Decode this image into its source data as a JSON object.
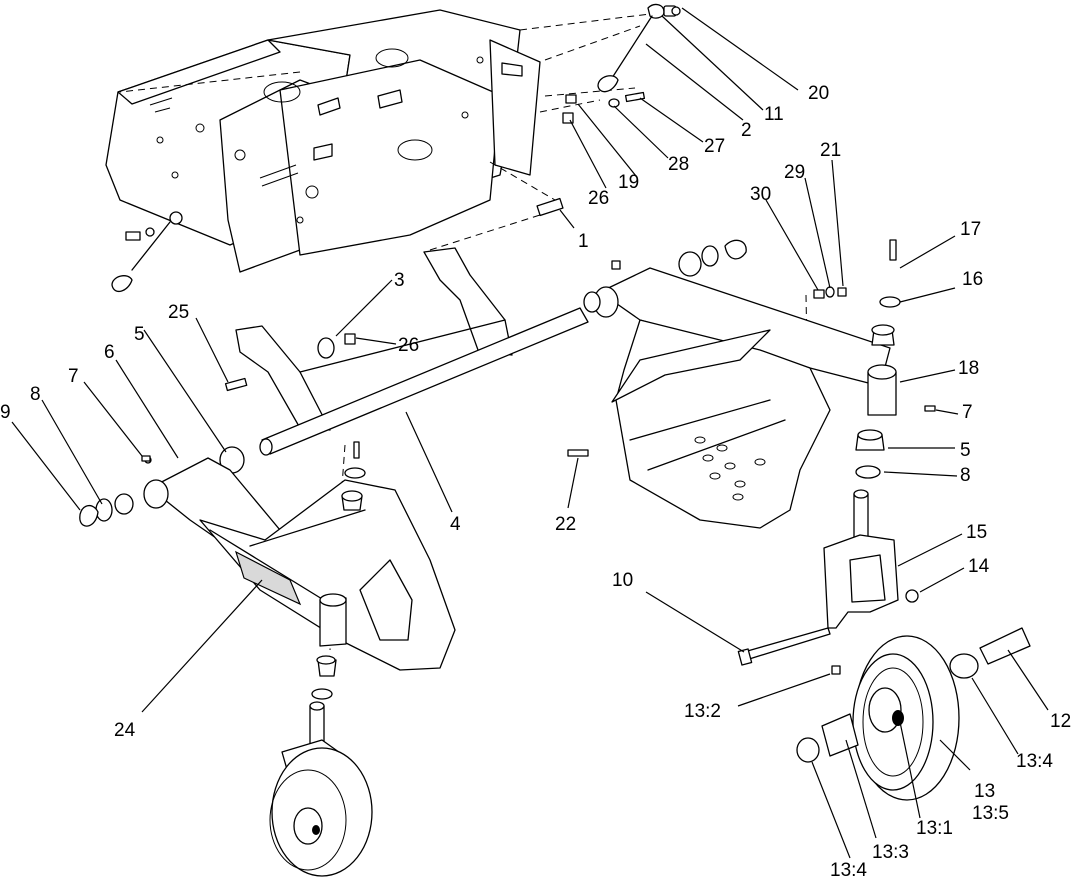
{
  "diagram": {
    "colors": {
      "ink": "#000000",
      "paper": "#ffffff",
      "shade": "#d9d9d9"
    },
    "callouts": [
      {
        "id": "20",
        "text": "20"
      },
      {
        "id": "11",
        "text": "11"
      },
      {
        "id": "2",
        "text": "2"
      },
      {
        "id": "27",
        "text": "27"
      },
      {
        "id": "28",
        "text": "28"
      },
      {
        "id": "19",
        "text": "19"
      },
      {
        "id": "26a",
        "text": "26"
      },
      {
        "id": "21",
        "text": "21"
      },
      {
        "id": "29",
        "text": "29"
      },
      {
        "id": "30",
        "text": "30"
      },
      {
        "id": "17",
        "text": "17"
      },
      {
        "id": "16",
        "text": "16"
      },
      {
        "id": "1",
        "text": "1"
      },
      {
        "id": "3",
        "text": "3"
      },
      {
        "id": "25",
        "text": "25"
      },
      {
        "id": "26b",
        "text": "26"
      },
      {
        "id": "5a",
        "text": "5"
      },
      {
        "id": "6",
        "text": "6"
      },
      {
        "id": "7a",
        "text": "7"
      },
      {
        "id": "8a",
        "text": "8"
      },
      {
        "id": "9",
        "text": "9"
      },
      {
        "id": "18",
        "text": "18"
      },
      {
        "id": "7b",
        "text": "7"
      },
      {
        "id": "5b",
        "text": "5"
      },
      {
        "id": "8b",
        "text": "8"
      },
      {
        "id": "4",
        "text": "4"
      },
      {
        "id": "22",
        "text": "22"
      },
      {
        "id": "15",
        "text": "15"
      },
      {
        "id": "14",
        "text": "14"
      },
      {
        "id": "10",
        "text": "10"
      },
      {
        "id": "24",
        "text": "24"
      },
      {
        "id": "12",
        "text": "12"
      },
      {
        "id": "13-2",
        "text": "13:2"
      },
      {
        "id": "13-4a",
        "text": "13:4"
      },
      {
        "id": "13",
        "text": "13"
      },
      {
        "id": "13-5",
        "text": "13:5"
      },
      {
        "id": "13-1",
        "text": "13:1"
      },
      {
        "id": "13-3",
        "text": "13:3"
      },
      {
        "id": "13-4b",
        "text": "13:4"
      }
    ]
  }
}
